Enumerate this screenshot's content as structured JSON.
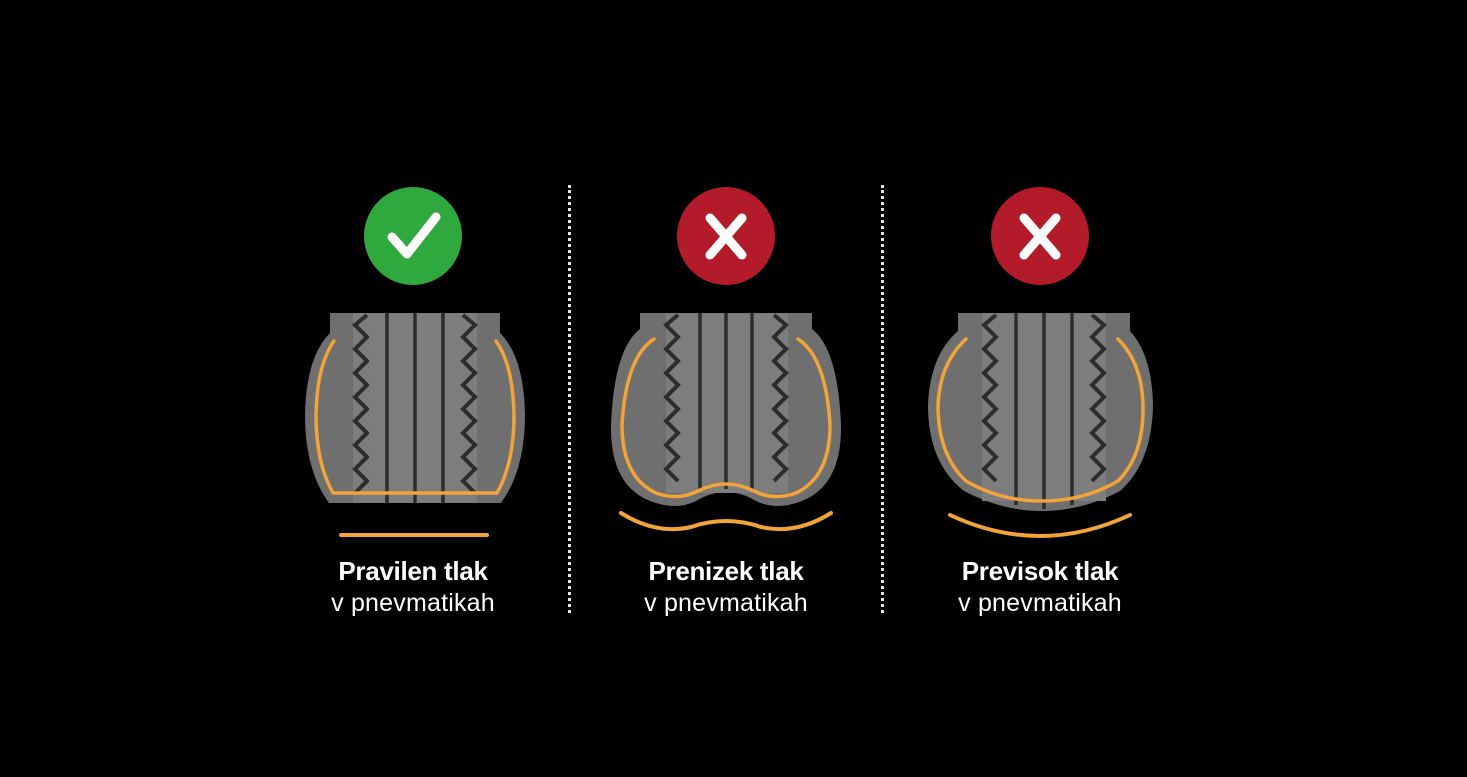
{
  "colors": {
    "background": "#000000",
    "ok": "#2fa93e",
    "bad": "#b31b2a",
    "tire_body": "#6f6f6f",
    "tread": "#7d7d7d",
    "groove": "#2c2c2c",
    "contact_line": "#f2a33a",
    "text": "#ffffff"
  },
  "panels": [
    {
      "status_icon": "check-icon",
      "title": "Pravilen tlak",
      "subtitle": "v pnevmatikah"
    },
    {
      "status_icon": "x-icon",
      "title": "Prenizek tlak",
      "subtitle": "v pnevmatikah"
    },
    {
      "status_icon": "x-icon",
      "title": "Previsok tlak",
      "subtitle": "v pnevmatikah"
    }
  ]
}
